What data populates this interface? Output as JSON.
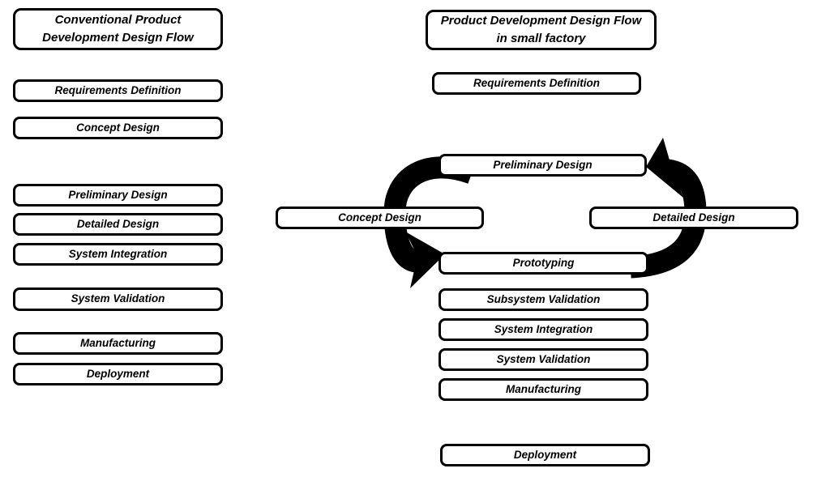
{
  "diagram": {
    "colors": {
      "background": "#ffffff",
      "ink": "#000000"
    },
    "left_flow": {
      "title_line1": "Conventional Product",
      "title_line2": "Development Design Flow",
      "steps": [
        "Requirements Definition",
        "Concept Design",
        "Preliminary Design",
        "Detailed Design",
        "System Integration",
        "System Validation",
        "Manufacturing",
        "Deployment"
      ]
    },
    "right_flow": {
      "title_line1": "Product Development Design Flow",
      "title_line2": "in small factory",
      "first_step": "Requirements Definition",
      "cycle": {
        "top": "Preliminary Design",
        "left": "Concept Design",
        "right": "Detailed Design",
        "bottom": "Prototyping"
      },
      "post_cycle_steps": [
        "Subsystem Validation",
        "System Integration",
        "System Validation",
        "Manufacturing"
      ],
      "final_step": "Deployment"
    }
  }
}
